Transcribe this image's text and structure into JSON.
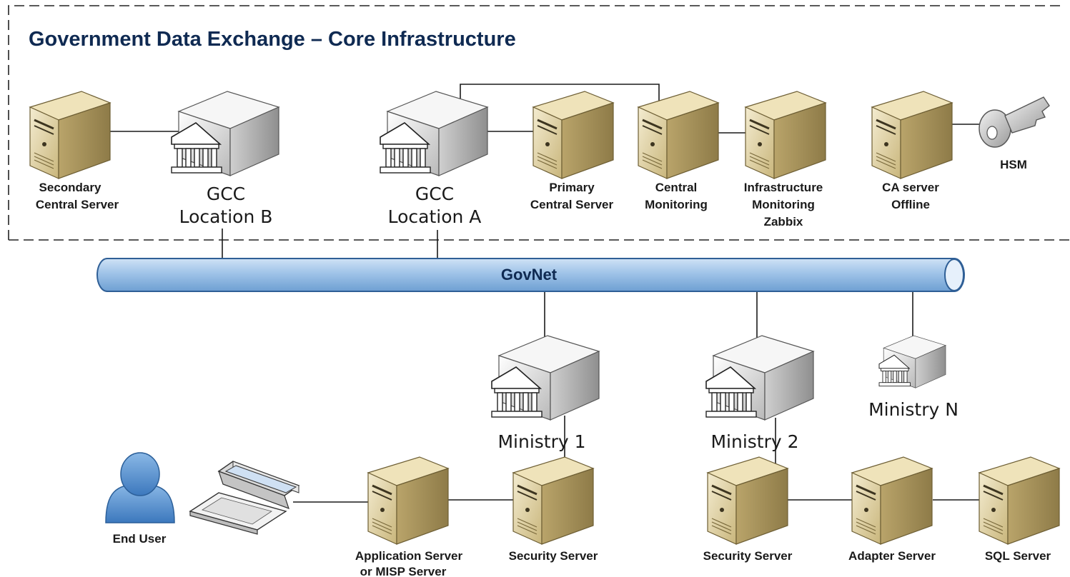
{
  "title": "Government Data Exchange – Core Infrastructure",
  "network": {
    "label": "GovNet"
  },
  "nodes": {
    "secondary_server": {
      "line1": "Secondary",
      "line2": "Central Server"
    },
    "gcc_b": {
      "line1": "GCC",
      "line2": "Location B"
    },
    "gcc_a": {
      "line1": "GCC",
      "line2": "Location A"
    },
    "primary_server": {
      "line1": "Primary",
      "line2": "Central Server"
    },
    "central_monitoring": {
      "line1": "Central",
      "line2": "Monitoring"
    },
    "infra_monitoring": {
      "line1": "Infrastructure",
      "line2": "Monitoring",
      "line3": "Zabbix"
    },
    "ca_server": {
      "line1": "CA server",
      "line2": "Offline"
    },
    "hsm": {
      "line1": "HSM"
    },
    "ministry1": {
      "line1": "Ministry 1"
    },
    "ministry2": {
      "line1": "Ministry 2"
    },
    "ministryn": {
      "line1": "Ministry N"
    },
    "end_user": {
      "line1": "End User"
    },
    "app_server": {
      "line1": "Application Server",
      "line2": "or MISP Server"
    },
    "security_server1": {
      "line1": "Security Server"
    },
    "security_server2": {
      "line1": "Security Server"
    },
    "adapter_server": {
      "line1": "Adapter Server"
    },
    "sql_server": {
      "line1": "SQL Server"
    }
  },
  "icons": {
    "server": "server-icon",
    "building": "government-building-icon",
    "user": "user-icon",
    "laptop": "laptop-icon",
    "key": "key-icon"
  },
  "colors": {
    "title": "#0f2a52",
    "pipe_fill": "#9fc3e8",
    "pipe_stroke": "#2f5f96",
    "server_face": "#e4d7a8",
    "user_fill": "#4f8ccf"
  }
}
